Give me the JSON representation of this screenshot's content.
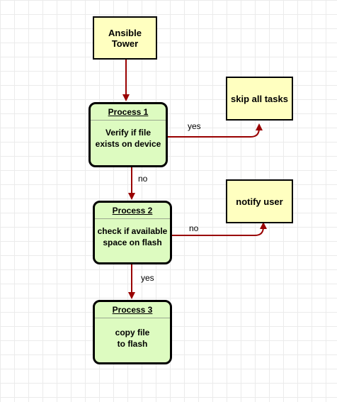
{
  "colors": {
    "edge": "#990000",
    "terminal_fill": "#ffffc0",
    "process_fill": "#ddfbc0",
    "grid": "#ebebeb"
  },
  "nodes": {
    "ansible_tower": "Ansible Tower",
    "skip_all_tasks": "skip all tasks",
    "notify_user": "notify user",
    "process1": {
      "title": "Process 1",
      "body": "Verify if file\nexists on device"
    },
    "process2": {
      "title": "Process 2",
      "body": "check if available\nspace on flash"
    },
    "process3": {
      "title": "Process 3",
      "body": "copy file\nto flash"
    }
  },
  "edge_labels": {
    "p1_to_skip": "yes",
    "p1_to_p2": "no",
    "p2_to_notify": "no",
    "p2_to_p3": "yes"
  }
}
